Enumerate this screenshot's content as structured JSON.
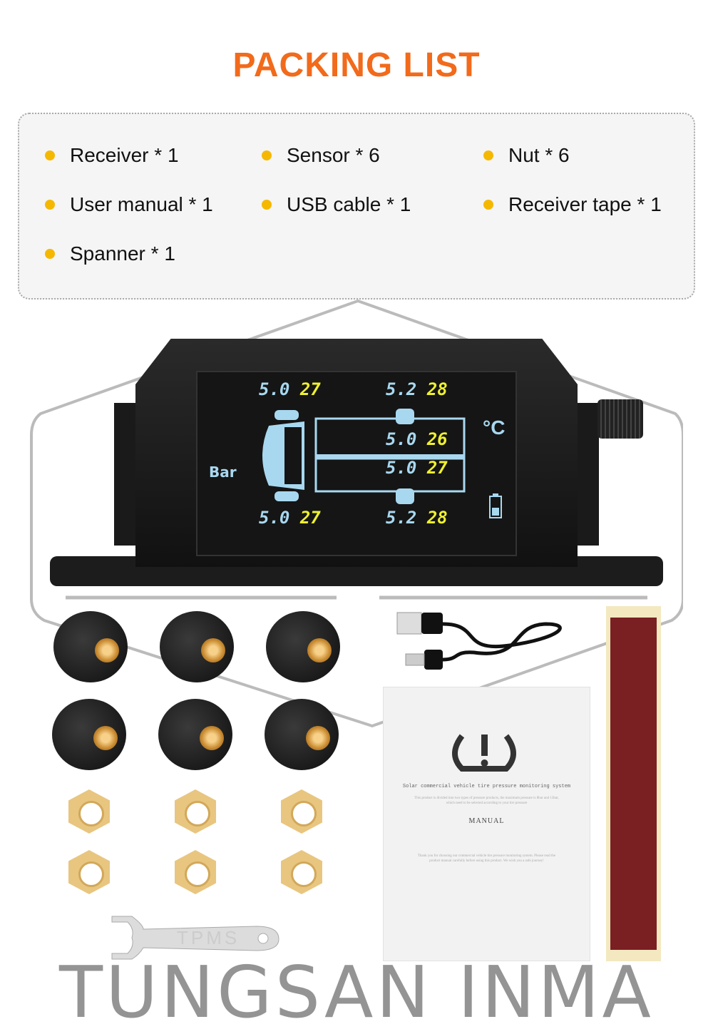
{
  "title": "PACKING LIST",
  "items": [
    "Receiver * 1",
    "Sensor * 6",
    "Nut * 6",
    "User manual * 1",
    "USB cable * 1",
    "Receiver tape * 1",
    "Spanner * 1"
  ],
  "display": {
    "unit": "Bar",
    "temp_unit": "°C",
    "readings": [
      {
        "pressure": "5.0",
        "temp": "27"
      },
      {
        "pressure": "5.2",
        "temp": "28"
      },
      {
        "pressure": "5.0",
        "temp": "26"
      },
      {
        "pressure": "5.0",
        "temp": "27"
      },
      {
        "pressure": "5.0",
        "temp": "27"
      },
      {
        "pressure": "5.2",
        "temp": "28"
      }
    ]
  },
  "watermark": "TUNGSAN INMA",
  "spanner_label": "TPMS",
  "manual": {
    "subtitle": "Solar commercial vehicle tire pressure monitoring system",
    "intro": "This product is divided into two types of pressure products, the maximum pressure is 8bar and 13bar, which need to be selected according to your tire pressure",
    "title": "MANUAL",
    "footer": "Thank you for choosing our commercial vehicle tire pressure monitoring system. Please read the product manual carefully before using this product. We wish you a safe journey!"
  },
  "colors": {
    "accent": "#f26a1b",
    "bullet": "#f5b800"
  }
}
